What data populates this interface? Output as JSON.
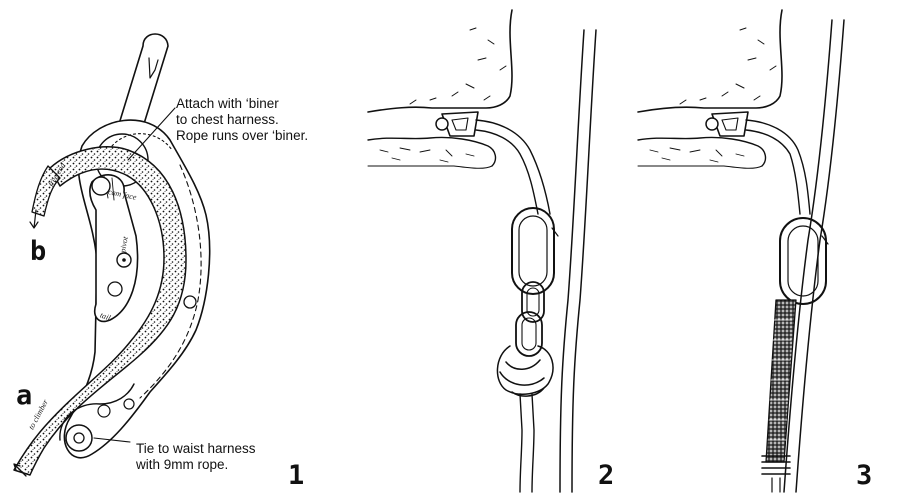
{
  "panel1": {
    "callout_top": [
      "Attach with ‘biner",
      "to chest harness.",
      "Rope runs over ‘biner."
    ],
    "callout_bottom": [
      "Tie to waist harness",
      "with 9mm rope."
    ],
    "label_a": "a",
    "label_b": "b",
    "part_labels": {
      "cam_face": "cam face",
      "pivot": "pivot",
      "tail": "tail",
      "free_end": "free end",
      "to_climber": "to climber"
    },
    "number": "1"
  },
  "panel2": {
    "number": "2"
  },
  "panel3": {
    "number": "3"
  }
}
